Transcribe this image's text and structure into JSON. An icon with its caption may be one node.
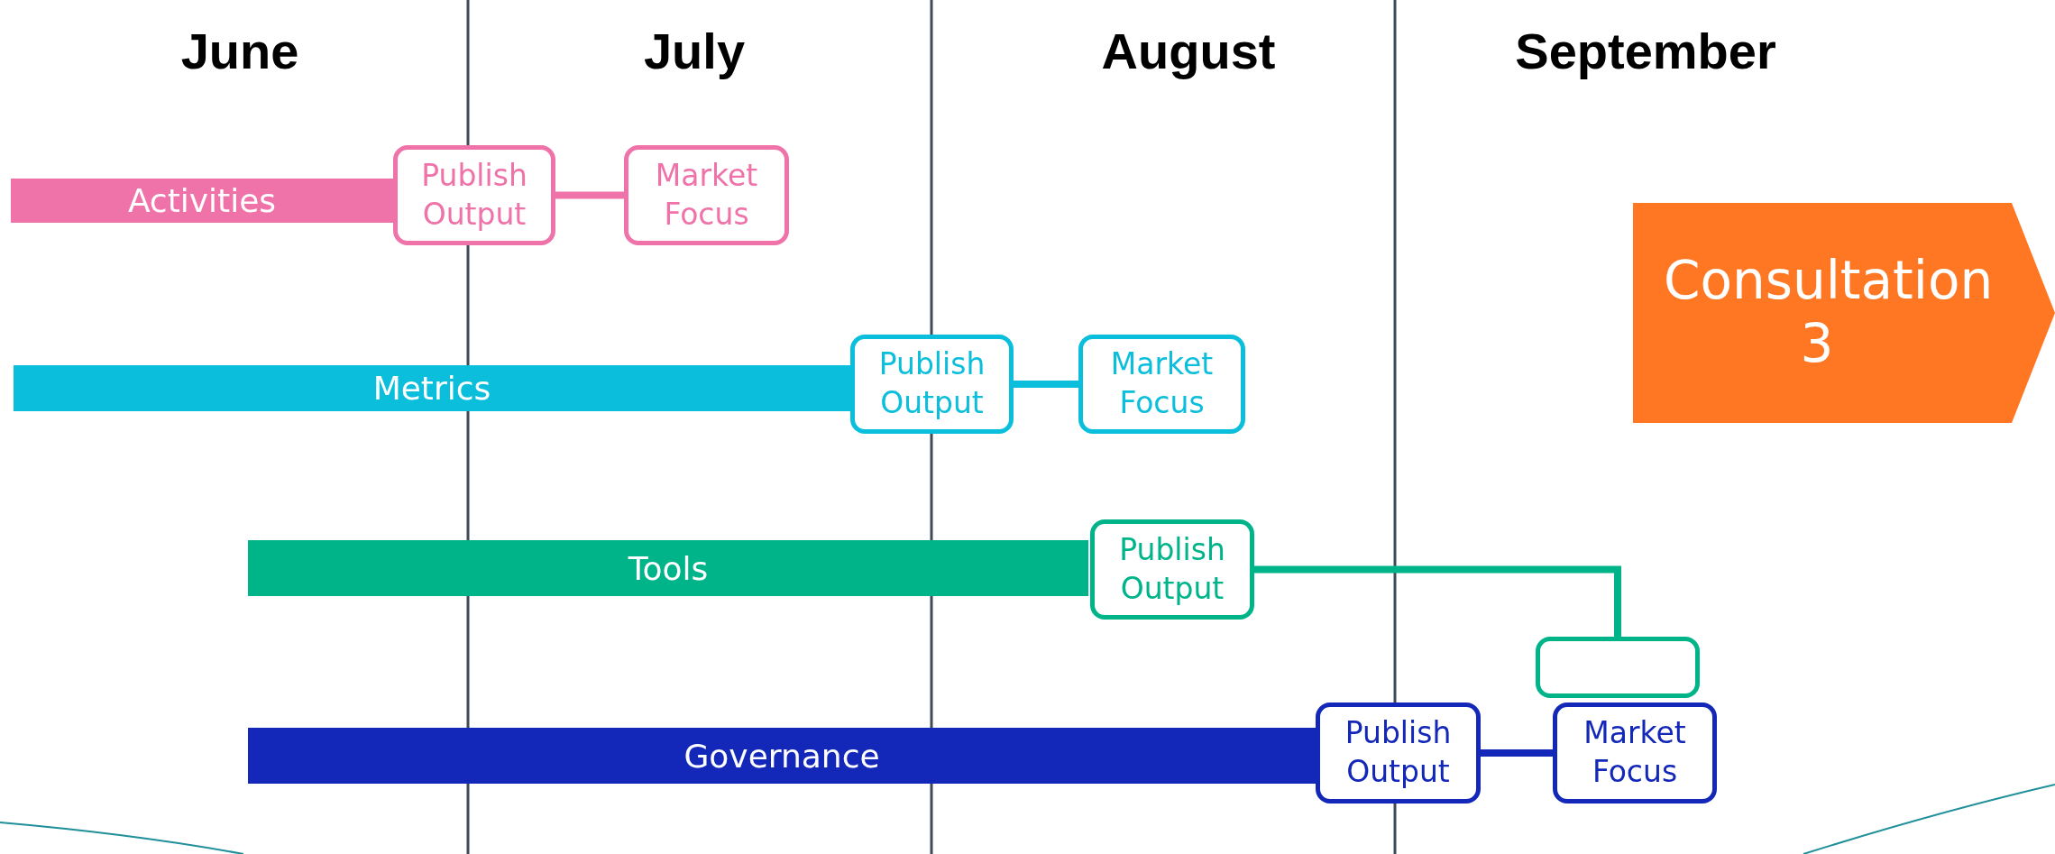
{
  "diagram": {
    "nodes": [
      {
        "text": [
          "Activities"
        ]
      },
      {
        "text": [
          "Publish Output"
        ]
      },
      {
        "text": [
          "Market Focus"
        ]
      },
      {
        "text": [
          "Consultation 3"
        ]
      },
      {
        "text": [
          "Metrics"
        ]
      },
      {
        "text": [
          "Publish Output"
        ]
      },
      {
        "text": [
          "Market Focus"
        ]
      },
      {
        "text": [
          "Tools"
        ]
      },
      {
        "text": [
          "Publish Output"
        ]
      },
      {
        "text": [],
        "shape": "box"
      },
      {
        "text": [
          "Governance"
        ]
      },
      {
        "text": [
          "Publish Output"
        ]
      },
      {
        "text": [
          "Market Focus"
        ]
      }
    ],
    "edges": [
      {
        "from": 1,
        "to": 2,
        "arrow": "none",
        "color": "#ef72a9"
      },
      {
        "from": 5,
        "to": 6,
        "arrow": "none",
        "color": "#0bbfdc"
      },
      {
        "from": 8,
        "to": 9,
        "arrow": "none",
        "color": "#00b48a"
      },
      {
        "from": 11,
        "to": 12,
        "arrow": "none",
        "color": "#1328b8"
      }
    ],
    "labels": [
      "June",
      "July",
      "August",
      "September"
    ]
  }
}
